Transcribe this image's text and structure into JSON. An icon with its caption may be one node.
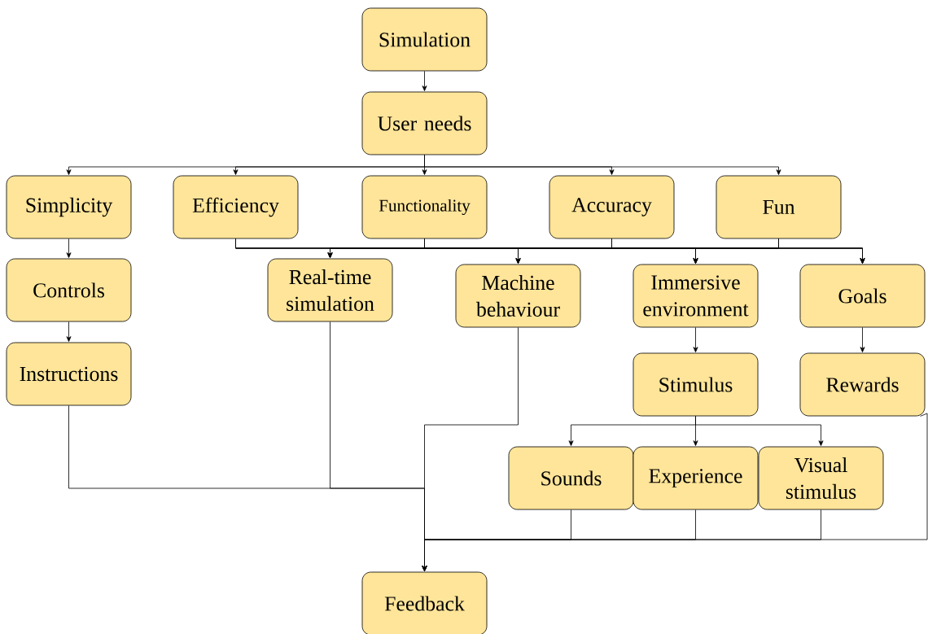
{
  "diagram": {
    "nodes": [
      {
        "text": [
          "Simulation"
        ]
      },
      {
        "text": [
          "User needs"
        ]
      },
      {
        "text": [
          "Simplicity"
        ]
      },
      {
        "text": [
          "Efficiency"
        ]
      },
      {
        "text": [
          "Functionality"
        ]
      },
      {
        "text": [
          "Accuracy"
        ]
      },
      {
        "text": [
          "Fun"
        ]
      },
      {
        "text": [
          "Controls"
        ]
      },
      {
        "text": [
          "Real-time simulation"
        ]
      },
      {
        "text": [
          "Machine behaviour"
        ]
      },
      {
        "text": [
          "Immersive environment"
        ]
      },
      {
        "text": [
          "Goals"
        ]
      },
      {
        "text": [
          "Instructions"
        ]
      },
      {
        "text": [
          "Stimulus"
        ]
      },
      {
        "text": [
          "Rewards"
        ]
      },
      {
        "text": [
          "Sounds"
        ]
      },
      {
        "text": [
          "Experience"
        ]
      },
      {
        "text": [
          "Visual stimulus"
        ]
      },
      {
        "text": [
          "Feedback"
        ]
      }
    ],
    "edges": [
      {
        "from": 0,
        "to": 1,
        "arrow": "to"
      },
      {
        "from": 1,
        "to": 2,
        "arrow": "to"
      },
      {
        "from": 1,
        "to": 3,
        "arrow": "to"
      },
      {
        "from": 1,
        "to": 4,
        "arrow": "to"
      },
      {
        "from": 1,
        "to": 5,
        "arrow": "to"
      },
      {
        "from": 1,
        "to": 6,
        "arrow": "to"
      },
      {
        "from": 2,
        "to": 7,
        "arrow": "to"
      },
      {
        "from": 7,
        "to": 12,
        "arrow": "to"
      },
      {
        "from": 3,
        "to": 8,
        "arrow": "to"
      },
      {
        "from": 3,
        "to": 9,
        "arrow": "to"
      },
      {
        "from": 3,
        "to": 10,
        "arrow": "to"
      },
      {
        "from": 3,
        "to": 11,
        "arrow": "to"
      },
      {
        "from": 4,
        "to": 8,
        "arrow": "to"
      },
      {
        "from": 4,
        "to": 9,
        "arrow": "to"
      },
      {
        "from": 4,
        "to": 10,
        "arrow": "to"
      },
      {
        "from": 4,
        "to": 11,
        "arrow": "to"
      },
      {
        "from": 5,
        "to": 8,
        "arrow": "to"
      },
      {
        "from": 5,
        "to": 9,
        "arrow": "to"
      },
      {
        "from": 5,
        "to": 10,
        "arrow": "to"
      },
      {
        "from": 5,
        "to": 11,
        "arrow": "to"
      },
      {
        "from": 6,
        "to": 8,
        "arrow": "to"
      },
      {
        "from": 6,
        "to": 9,
        "arrow": "to"
      },
      {
        "from": 6,
        "to": 10,
        "arrow": "to"
      },
      {
        "from": 6,
        "to": 11,
        "arrow": "to"
      },
      {
        "from": 10,
        "to": 13,
        "arrow": "to"
      },
      {
        "from": 11,
        "to": 14,
        "arrow": "to"
      },
      {
        "from": 13,
        "to": 15,
        "arrow": "to"
      },
      {
        "from": 13,
        "to": 16,
        "arrow": "to"
      },
      {
        "from": 13,
        "to": 17,
        "arrow": "to"
      },
      {
        "from": 12,
        "to": 18,
        "arrow": "to"
      },
      {
        "from": 8,
        "to": 18,
        "arrow": "to"
      },
      {
        "from": 9,
        "to": 18,
        "arrow": "to"
      },
      {
        "from": 15,
        "to": 18,
        "arrow": "to"
      },
      {
        "from": 16,
        "to": 18,
        "arrow": "to"
      },
      {
        "from": 17,
        "to": 18,
        "arrow": "to"
      },
      {
        "from": 14,
        "to": 18,
        "arrow": "to"
      }
    ]
  }
}
